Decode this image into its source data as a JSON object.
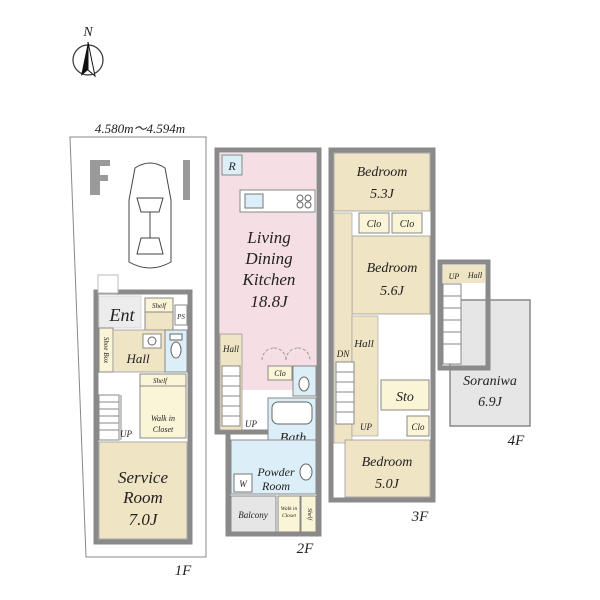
{
  "compass": {
    "north_label": "N"
  },
  "site": {
    "road_width": "4.580m～4.594m"
  },
  "floors": {
    "f1": {
      "label": "1F",
      "rooms": {
        "ent": "Ent",
        "shelf_top": "Shelf",
        "ps": "PS",
        "shoe_box": "Shoe Box",
        "hall": "Hall",
        "shelf_mid": "Shelf",
        "walk_in_1": "Walk in",
        "walk_in_2": "Closet",
        "up": "UP",
        "service_1": "Service",
        "service_2": "Room",
        "service_size": "7.0J"
      }
    },
    "f2": {
      "label": "2F",
      "rooms": {
        "r": "R",
        "ldk_1": "Living",
        "ldk_2": "Dining",
        "ldk_3": "Kitchen",
        "ldk_size": "18.8J",
        "hall": "Hall",
        "clo": "Clo",
        "up": "UP",
        "bath": "Bath",
        "powder_1": "Powder",
        "powder_2": "Room",
        "w": "W",
        "balcony": "Balcony",
        "walk_in_1": "Walk in",
        "walk_in_2": "Closet",
        "shelf": "Shelf"
      }
    },
    "f3": {
      "label": "3F",
      "rooms": {
        "bed1": "Bedroom",
        "bed1_size": "5.3J",
        "clo_a": "Clo",
        "clo_b": "Clo",
        "bed2": "Bedroom",
        "bed2_size": "5.6J",
        "dn": "DN",
        "hall": "Hall",
        "sto": "Sto",
        "up": "UP",
        "clo_c": "Clo",
        "bed3": "Bedroom",
        "bed3_size": "5.0J"
      }
    },
    "f4": {
      "label": "4F",
      "rooms": {
        "up": "UP",
        "hall": "Hall",
        "soraniwa": "Soraniwa",
        "soraniwa_size": "6.9J"
      }
    }
  },
  "colors": {
    "ldk_fill": "#f6dfe4",
    "bath_fill": "#dceef7",
    "room_fill": "#efe4c4",
    "closet_fill": "#fbf5d8",
    "soraniwa_fill": "#e6e6e6",
    "wall": "#8a8a8a"
  }
}
